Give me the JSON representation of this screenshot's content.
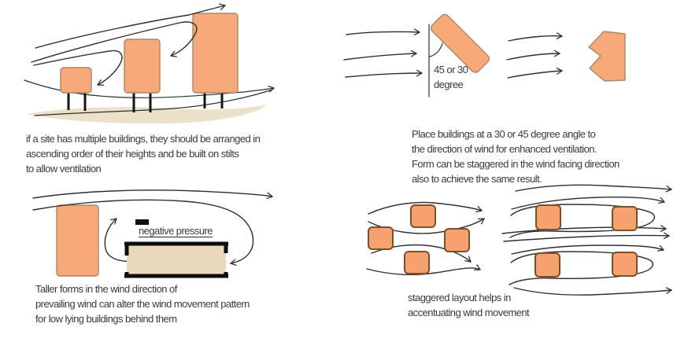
{
  "colors": {
    "background": "#ffffff",
    "building-fill": "#f7a97a",
    "building-stroke": "#ab8666",
    "square-fill": "#f7a26e",
    "square-stroke": "#7a4f2a",
    "low-building-fill": "#ead9ba",
    "ground-fill": "#ece2cc",
    "line": "#2f2f2f",
    "text": "#3a3a3a"
  },
  "panels": {
    "ascending_heights": {
      "caption": "if a site has multiple buildings, they should be arranged in\nascending order of their heights and be built on stilts\nto allow ventilation"
    },
    "angled_buildings": {
      "angle_label": "45 or 30\ndegree",
      "caption": "Place buildings at a 30 or 45 degree angle to\nthe direction of wind for enhanced ventilation.\nForm can be staggered in the wind facing direction\nalso to achieve the same result."
    },
    "taller_forms": {
      "pressure_label": "negative pressure",
      "caption": "Taller forms in the wind direction of\nprevailing wind can alter the wind movement pattern\nfor low lying buildings behind them"
    },
    "staggered_layout": {
      "caption": "staggered layout helps in\naccentuating wind movement"
    }
  }
}
